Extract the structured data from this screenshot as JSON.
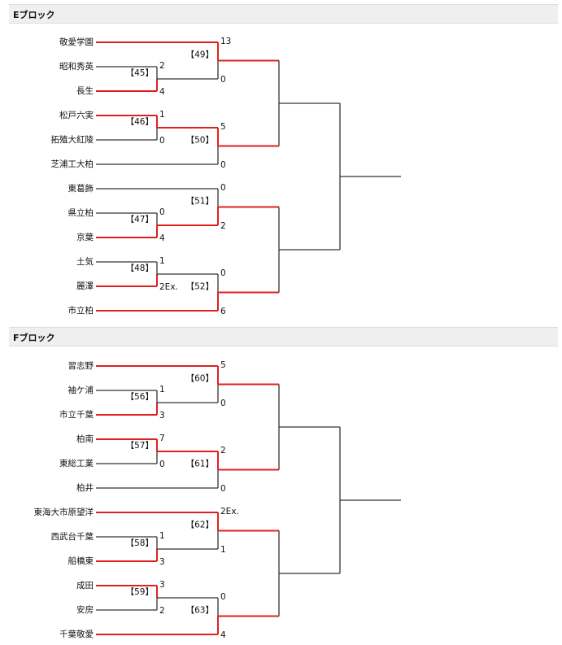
{
  "blocks": [
    {
      "title": "Eブロック",
      "teams": [
        "敬愛学園",
        "昭和秀英",
        "長生",
        "松戸六実",
        "拓殖大紅陵",
        "芝浦工大柏",
        "東葛飾",
        "県立柏",
        "京葉",
        "土気",
        "麗澤",
        "市立柏"
      ],
      "r1": [
        {
          "no": "【45】",
          "a": 1,
          "b": 2,
          "sa": "2",
          "sb": "4",
          "winner": "b"
        },
        {
          "no": "【46】",
          "a": 3,
          "b": 4,
          "sa": "1",
          "sb": "0",
          "winner": "a"
        },
        {
          "no": "【47】",
          "a": 7,
          "b": 8,
          "sa": "0",
          "sb": "4",
          "winner": "b"
        },
        {
          "no": "【48】",
          "a": 9,
          "b": 10,
          "sa": "1",
          "sb": "2Ex.",
          "winner": "b"
        }
      ],
      "r2": [
        {
          "no": "【49】",
          "a": 0,
          "b": "M0",
          "sa": "13",
          "sb": "0",
          "winner": "a"
        },
        {
          "no": "【50】",
          "a": "M1",
          "b": 5,
          "sa": "5",
          "sb": "0",
          "winner": "a"
        },
        {
          "no": "【51】",
          "a": 6,
          "b": "M2",
          "sa": "0",
          "sb": "2",
          "winner": "b"
        },
        {
          "no": "【52】",
          "a": "M3",
          "b": 11,
          "sa": "0",
          "sb": "6",
          "winner": "b"
        }
      ]
    },
    {
      "title": "Fブロック",
      "teams": [
        "習志野",
        "袖ケ浦",
        "市立千葉",
        "柏南",
        "東総工業",
        "柏井",
        "東海大市原望洋",
        "西武台千葉",
        "船橋東",
        "成田",
        "安房",
        "千葉敬愛"
      ],
      "r1": [
        {
          "no": "【56】",
          "a": 1,
          "b": 2,
          "sa": "1",
          "sb": "3",
          "winner": "b"
        },
        {
          "no": "【57】",
          "a": 3,
          "b": 4,
          "sa": "7",
          "sb": "0",
          "winner": "a"
        },
        {
          "no": "【58】",
          "a": 7,
          "b": 8,
          "sa": "1",
          "sb": "3",
          "winner": "b"
        },
        {
          "no": "【59】",
          "a": 9,
          "b": 10,
          "sa": "3",
          "sb": "2",
          "winner": "a"
        }
      ],
      "r2": [
        {
          "no": "【60】",
          "a": 0,
          "b": "M0",
          "sa": "5",
          "sb": "0",
          "winner": "a"
        },
        {
          "no": "【61】",
          "a": "M1",
          "b": 5,
          "sa": "2",
          "sb": "0",
          "winner": "a"
        },
        {
          "no": "【62】",
          "a": 6,
          "b": "M2",
          "sa": "2Ex.",
          "sb": "1",
          "winner": "a"
        },
        {
          "no": "【63】",
          "a": "M3",
          "b": 11,
          "sa": "0",
          "sb": "4",
          "winner": "b"
        }
      ]
    }
  ]
}
